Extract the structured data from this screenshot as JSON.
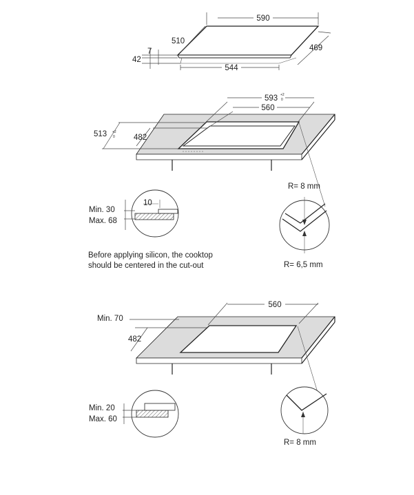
{
  "cooktop": {
    "width": "590",
    "depth": "510",
    "depth_bottom": "469",
    "width_bottom": "544",
    "height_total": "42",
    "height_glass": "7"
  },
  "cutout_silicon": {
    "width_outer": "593",
    "tol_outer_plus": "+2",
    "tol_outer_minus": "0",
    "width_inner": "560",
    "depth_outer": "513",
    "tol_depth_plus": "+2",
    "tol_depth_minus": "0",
    "depth_inner": "482",
    "radius_outer": "R= 8 mm",
    "radius_inner": "R= 6,5 mm",
    "detail_gap": "10",
    "min_thickness": "Min. 30",
    "max_thickness": "Max. 68",
    "note_line1": "Before applying silicon, the cooktop",
    "note_line2": "should be centered in the cut-out"
  },
  "cutout_standard": {
    "width": "560",
    "min_edge": "Min. 70",
    "depth": "482",
    "radius": "R= 8 mm",
    "min_thickness": "Min. 20",
    "max_thickness": "Max. 60"
  }
}
